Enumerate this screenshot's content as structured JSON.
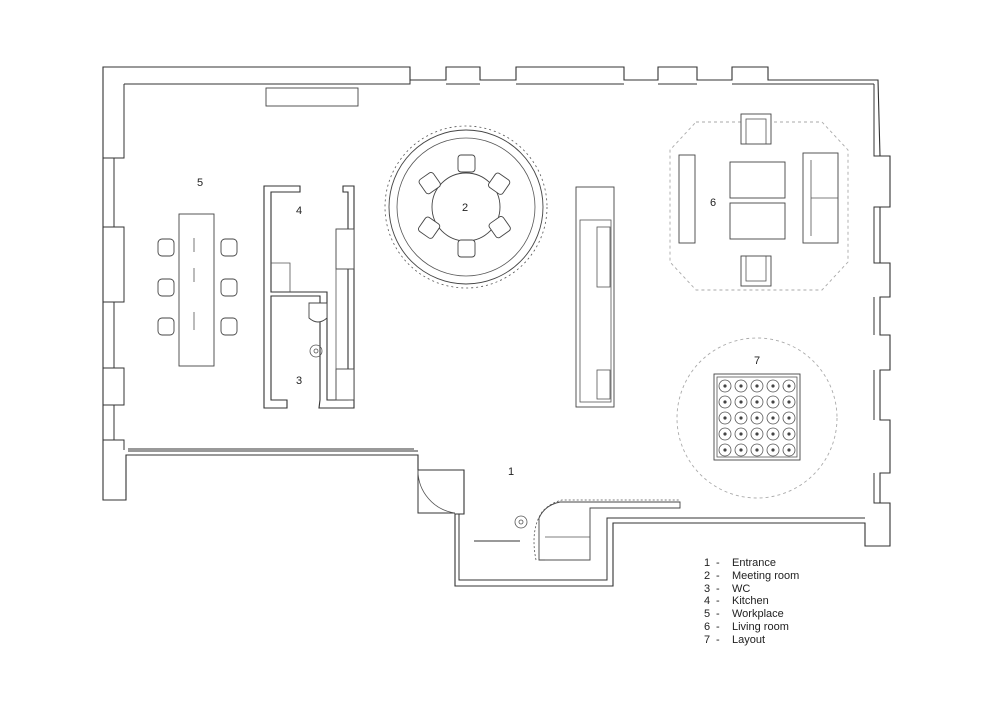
{
  "labels": {
    "r1": "1",
    "r2": "2",
    "r3": "3",
    "r4": "4",
    "r5": "5",
    "r6": "6",
    "r7": "7"
  },
  "legend": [
    {
      "num": "1",
      "sep": "-",
      "text": "Entrance"
    },
    {
      "num": "2",
      "sep": "-",
      "text": "Meeting room"
    },
    {
      "num": "3",
      "sep": "-",
      "text": "WC"
    },
    {
      "num": "4",
      "sep": "-",
      "text": "Kitchen"
    },
    {
      "num": "5",
      "sep": "-",
      "text": "Workplace"
    },
    {
      "num": "6",
      "sep": "-",
      "text": "Living room"
    },
    {
      "num": "7",
      "sep": "-",
      "text": "Layout"
    }
  ]
}
